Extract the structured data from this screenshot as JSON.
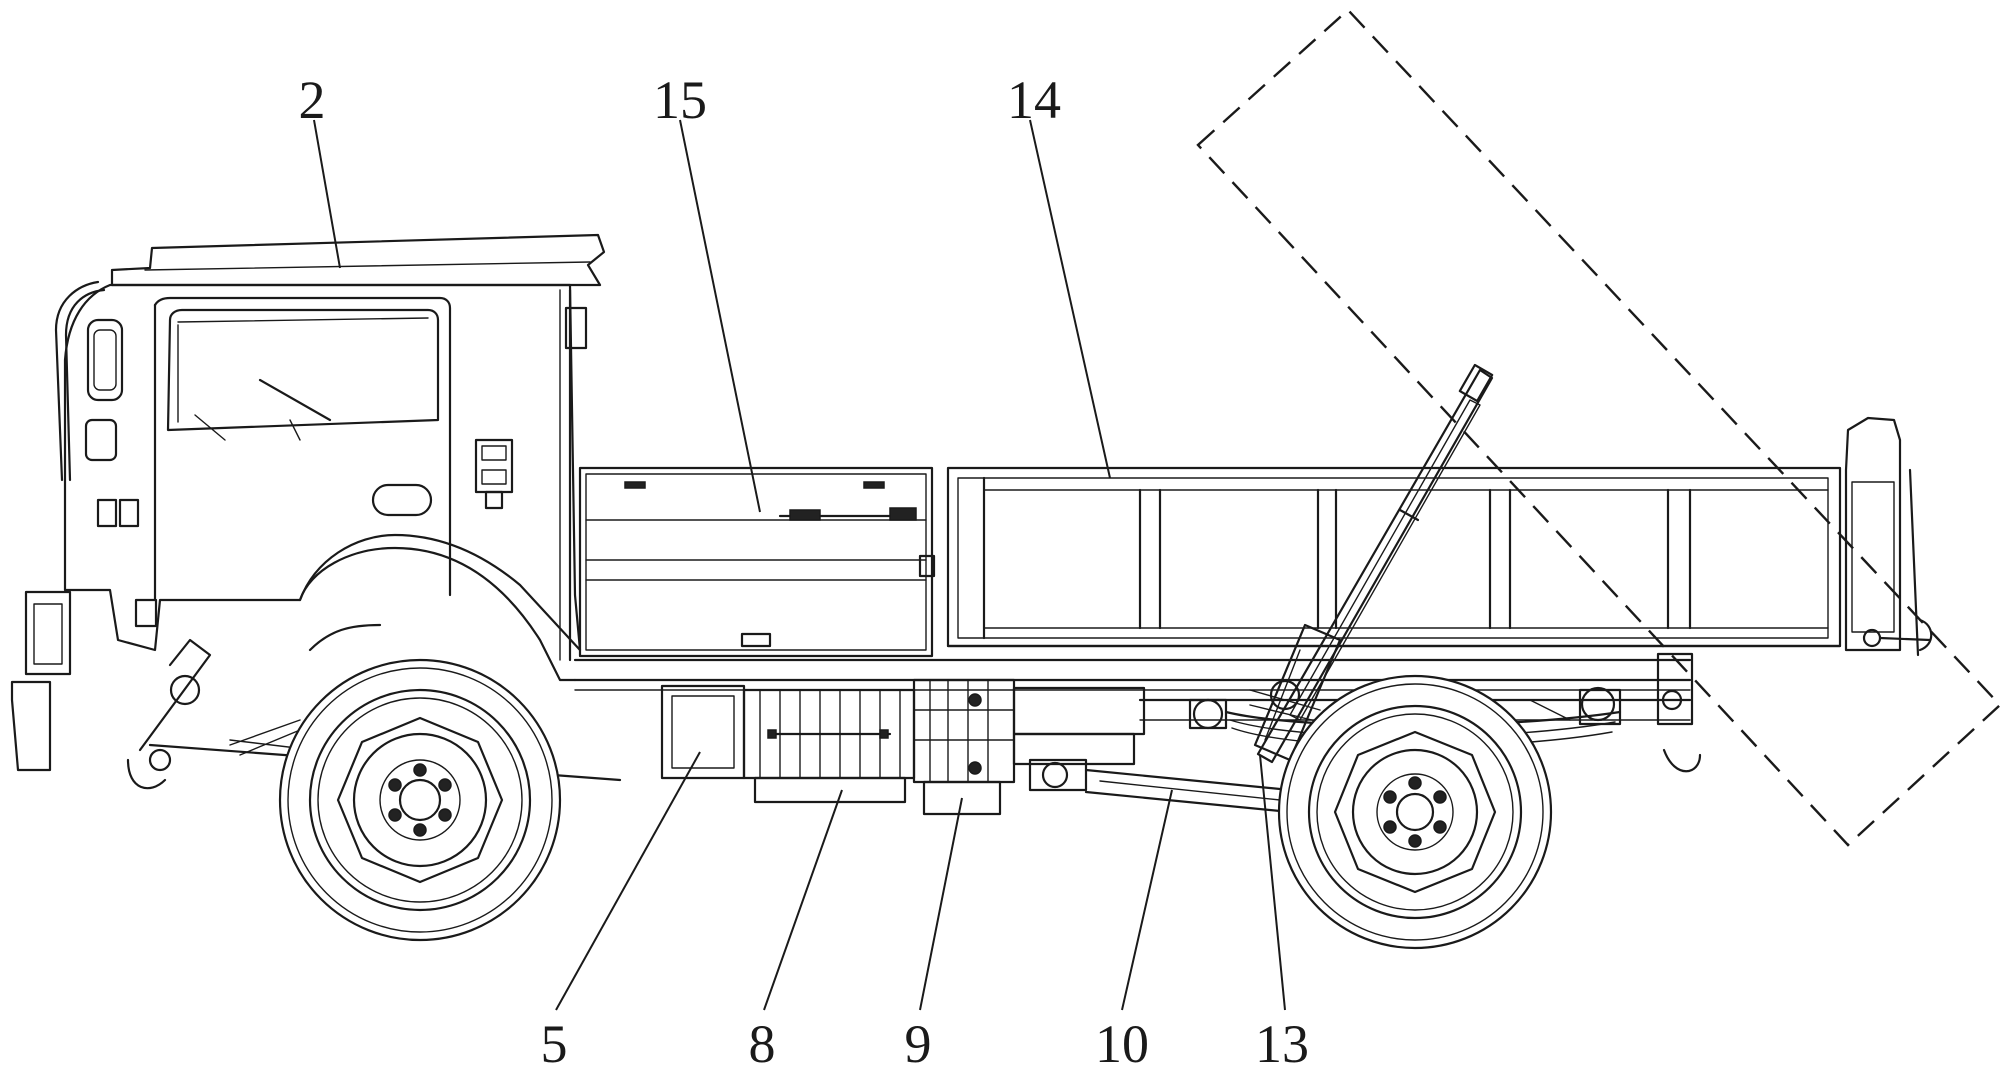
{
  "callouts": {
    "cab": "2",
    "side_box": "15",
    "dump_bed": "14",
    "battery_left": "5",
    "battery_lower": "8",
    "motor": "9",
    "drive_shaft": "10",
    "lift_cylinder": "13"
  }
}
